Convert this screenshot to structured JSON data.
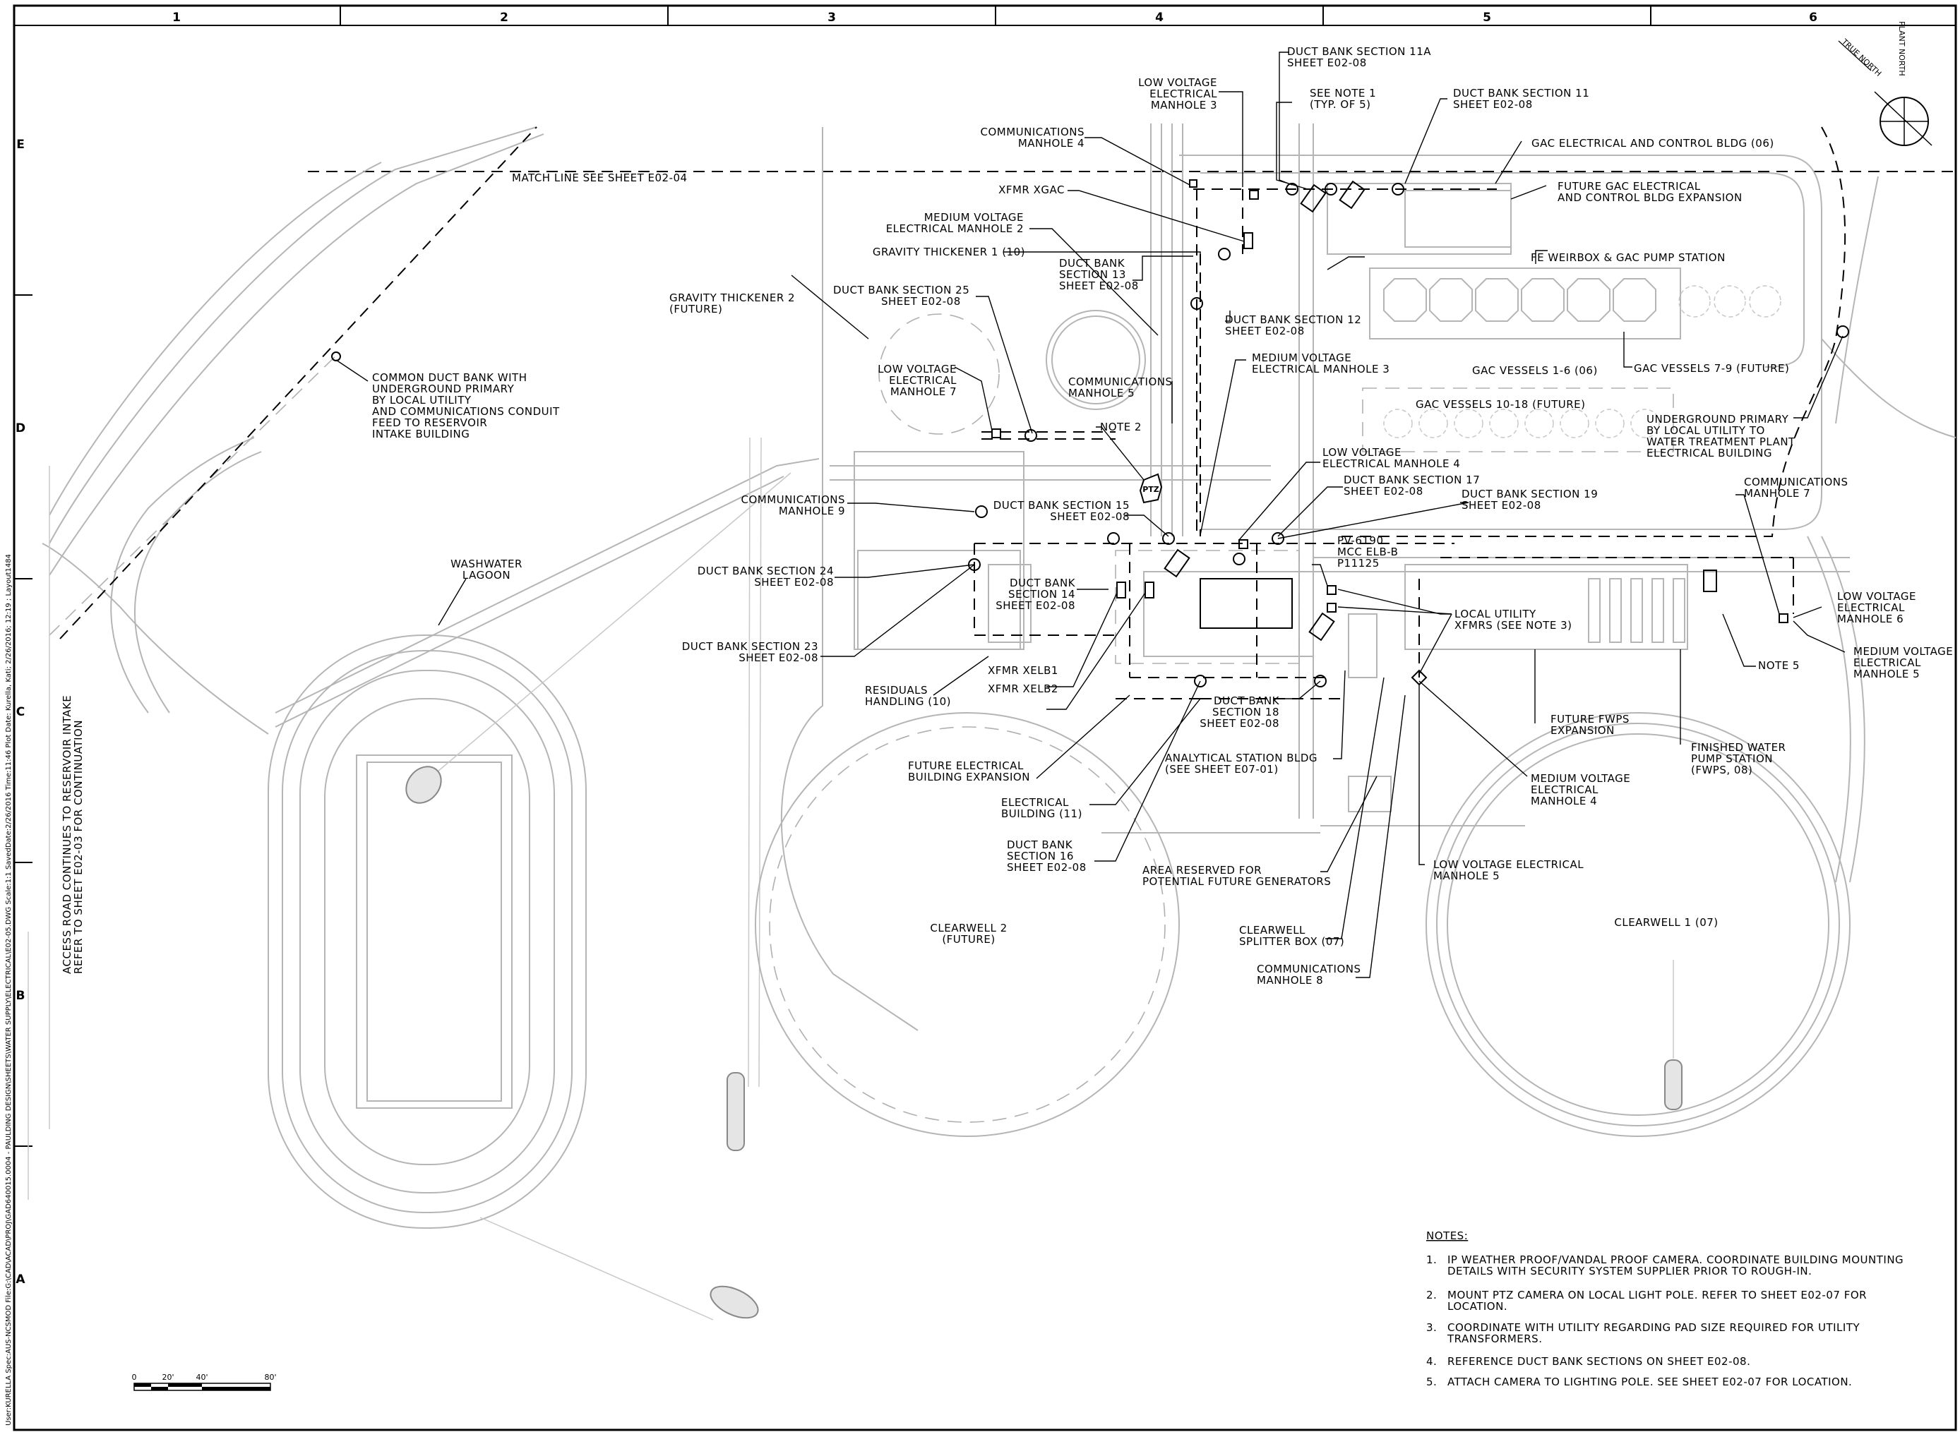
{
  "grid": {
    "columns": [
      "1",
      "2",
      "3",
      "4",
      "5",
      "6"
    ],
    "rows": [
      "E",
      "D",
      "C",
      "B",
      "A"
    ]
  },
  "side_text": "User:KURELLA Spec:AUS-NCSMOD File:G:\\CAD\\ACAD\\PROJ\\GAD640015.0004 - PAULDING DESIGN\\SHEETS\\WATER SUPPLY\\ELECTRICAL\\E02-05.DWG Scale:1:1 SavedDate:2/26/2016 Time:11:46 Plot Date: Kurella, Kati; 2/26/2016; 12:19 ; Layout1484",
  "north": {
    "plant_north": "PLANT NORTH",
    "true_north": "TRUE NORTH"
  },
  "access_road": [
    "ACCESS ROAD CONTINUES TO RESERVOIR INTAKE",
    "REFER TO SHEET E02-03 FOR CONTINUATION"
  ],
  "labels": {
    "match_line": "MATCH LINE SEE SHEET E02-04",
    "common_duct": [
      "COMMON DUCT BANK WITH",
      "UNDERGROUND PRIMARY",
      "BY LOCAL UTILITY",
      "AND COMMUNICATIONS CONDUIT",
      "FEED TO RESERVOIR",
      "INTAKE BUILDING"
    ],
    "washwater": [
      "WASHWATER",
      "LAGOON"
    ],
    "db11a": [
      "DUCT BANK SECTION 11A",
      "SHEET E02-08"
    ],
    "lv_mh3": [
      "LOW VOLTAGE",
      "ELECTRICAL",
      "MANHOLE 3"
    ],
    "see_note1": [
      "SEE NOTE 1",
      "(TYP. OF 5)"
    ],
    "db11": [
      "DUCT BANK SECTION 11",
      "SHEET E02-08"
    ],
    "comm_mh4": [
      "COMMUNICATIONS",
      "MANHOLE 4"
    ],
    "gac_bldg": "GAC ELECTRICAL AND CONTROL BLDG (06)",
    "xfmr_xgac": "XFMR XGAC",
    "future_gac": [
      "FUTURE GAC ELECTRICAL",
      "AND CONTROL BLDG EXPANSION"
    ],
    "mv_mh2": [
      "MEDIUM VOLTAGE",
      "ELECTRICAL MANHOLE 2"
    ],
    "gt1": "GRAVITY THICKENER 1 (10)",
    "fe_weirbox": "FE WEIRBOX & GAC PUMP STATION",
    "db13": [
      "DUCT BANK",
      "SECTION 13",
      "SHEET E02-08"
    ],
    "db25": [
      "DUCT BANK SECTION 25",
      "SHEET E02-08"
    ],
    "gt2": [
      "GRAVITY THICKENER 2",
      "(FUTURE)"
    ],
    "db12": [
      "DUCT BANK SECTION 12",
      "SHEET E02-08"
    ],
    "mv_mh3": [
      "MEDIUM VOLTAGE",
      "ELECTRICAL MANHOLE 3"
    ],
    "gac_1_6": "GAC VESSELS 1-6 (06)",
    "gac_7_9": "GAC VESSELS 7-9 (FUTURE)",
    "lv_mh7": [
      "LOW VOLTAGE",
      "ELECTRICAL",
      "MANHOLE 7"
    ],
    "comm_mh5": [
      "COMMUNICATIONS",
      "MANHOLE 5"
    ],
    "gac_10_18": "GAC VESSELS 10-18 (FUTURE)",
    "note2": "NOTE 2",
    "ptz": "PTZ",
    "ug_primary": [
      "UNDERGROUND PRIMARY",
      "BY LOCAL UTILITY TO",
      "WATER TREATMENT PLANT",
      "ELECTRICAL BUILDING"
    ],
    "lv_mh4": [
      "LOW VOLTAGE",
      "ELECTRICAL MANHOLE 4"
    ],
    "db17": [
      "DUCT BANK SECTION 17",
      "SHEET E02-08"
    ],
    "comm_mh7": [
      "COMMUNICATIONS",
      "MANHOLE 7"
    ],
    "comm_mh9": [
      "COMMUNICATIONS",
      "MANHOLE 9"
    ],
    "db15": [
      "DUCT BANK SECTION 15",
      "SHEET E02-08"
    ],
    "db19": [
      "DUCT BANK SECTION 19",
      "SHEET E02-08"
    ],
    "pv": [
      "PV-6190",
      "MCC ELB-B",
      "P11125"
    ],
    "db24": [
      "DUCT BANK SECTION 24",
      "SHEET E02-08"
    ],
    "db14": [
      "DUCT BANK",
      "SECTION 14",
      "SHEET E02-08"
    ],
    "lv_mh6": [
      "LOW VOLTAGE",
      "ELECTRICAL",
      "MANHOLE 6"
    ],
    "local_xfmrs": [
      "LOCAL UTILITY",
      "XFMRS (SEE NOTE 3)"
    ],
    "mv_mh5": [
      "MEDIUM VOLTAGE",
      "ELECTRICAL",
      "MANHOLE 5"
    ],
    "db23": [
      "DUCT BANK SECTION 23",
      "SHEET E02-08"
    ],
    "note5": "NOTE 5",
    "residuals": [
      "RESIDUALS",
      "HANDLING (10)"
    ],
    "xelb1": "XFMR XELB1",
    "xelb2": "XFMR XELB2",
    "db18": [
      "DUCT BANK",
      "SECTION 18",
      "SHEET E02-08"
    ],
    "future_fwps": [
      "FUTURE FWPS",
      "EXPANSION"
    ],
    "fwps": [
      "FINISHED WATER",
      "PUMP STATION",
      "(FWPS, 08)"
    ],
    "future_elec": [
      "FUTURE ELECTRICAL",
      "BUILDING EXPANSION"
    ],
    "analytical": [
      "ANALYTICAL STATION BLDG",
      "(SEE SHEET E07-01)"
    ],
    "mv_mh4": [
      "MEDIUM VOLTAGE",
      "ELECTRICAL",
      "MANHOLE 4"
    ],
    "elec_bldg": [
      "ELECTRICAL",
      "BUILDING (11)"
    ],
    "db16": [
      "DUCT BANK",
      "SECTION 16",
      "SHEET E02-08"
    ],
    "area_reserved": [
      "AREA RESERVED FOR",
      "POTENTIAL FUTURE GENERATORS"
    ],
    "lv_mh5": [
      "LOW VOLTAGE ELECTRICAL",
      "MANHOLE 5"
    ],
    "clearwell2": [
      "CLEARWELL 2",
      "(FUTURE)"
    ],
    "clearwell_splitter": [
      "CLEARWELL",
      "SPLITTER BOX (07)"
    ],
    "clearwell1": "CLEARWELL 1 (07)",
    "comm_mh8": [
      "COMMUNICATIONS",
      "MANHOLE 8"
    ]
  },
  "notes": {
    "title": "NOTES:",
    "items": [
      [
        "1.",
        "IP WEATHER PROOF/VANDAL PROOF CAMERA. COORDINATE BUILDING MOUNTING",
        "DETAILS WITH SECURITY SYSTEM SUPPLIER PRIOR TO ROUGH-IN."
      ],
      [
        "2.",
        "MOUNT PTZ CAMERA ON LOCAL LIGHT POLE. REFER TO SHEET E02-07 FOR",
        "LOCATION."
      ],
      [
        "3.",
        "COORDINATE WITH UTILITY REGARDING PAD SIZE REQUIRED FOR UTILITY",
        "TRANSFORMERS."
      ],
      [
        "4.",
        "REFERENCE DUCT BANK SECTIONS ON SHEET E02-08."
      ],
      [
        "5.",
        "ATTACH CAMERA TO LIGHTING POLE. SEE SHEET E02-07 FOR LOCATION."
      ]
    ]
  },
  "scale_bar": {
    "ticks": [
      "0",
      "20'",
      "40'",
      "80'"
    ]
  }
}
